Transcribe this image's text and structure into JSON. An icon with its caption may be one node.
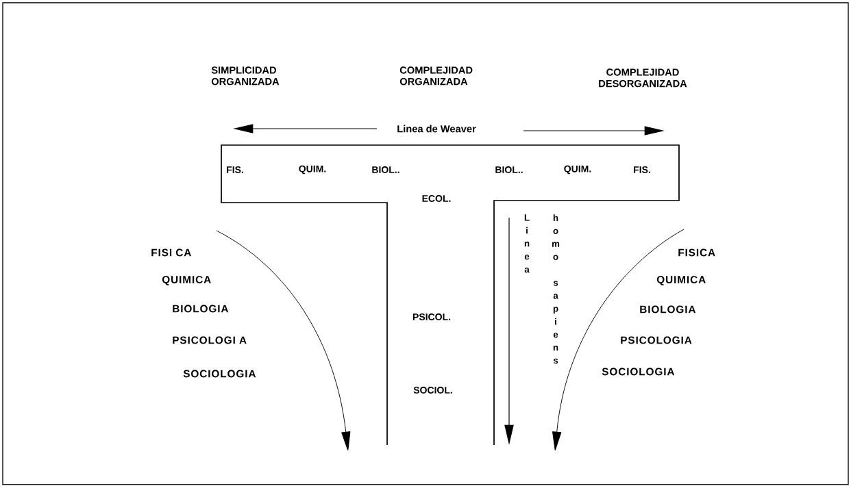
{
  "diagram": {
    "labels": [
      "SIMPLICIDAD ORGANIZADA",
      "COMPLEJIDAD ORGANIZADA",
      "COMPLEJIDAD DESORGANIZADA",
      "Linea de Weaver",
      "FIS.",
      "QUIM.",
      "BIOL..",
      "BIOL..",
      "QUIM.",
      "FIS.",
      "ECOL.",
      "Linea",
      "homo sapiens",
      "FISI CA",
      "QUIMICA",
      "BIOLOGIA",
      "PSICOLOGI A",
      "SOCIOLOGIA",
      "PSICOL.",
      "SOCIOL.",
      "FISICA",
      "QUIMICA",
      "BIOLOGIA",
      "PSICOLOGIA",
      "SOCIOLOGIA"
    ]
  }
}
